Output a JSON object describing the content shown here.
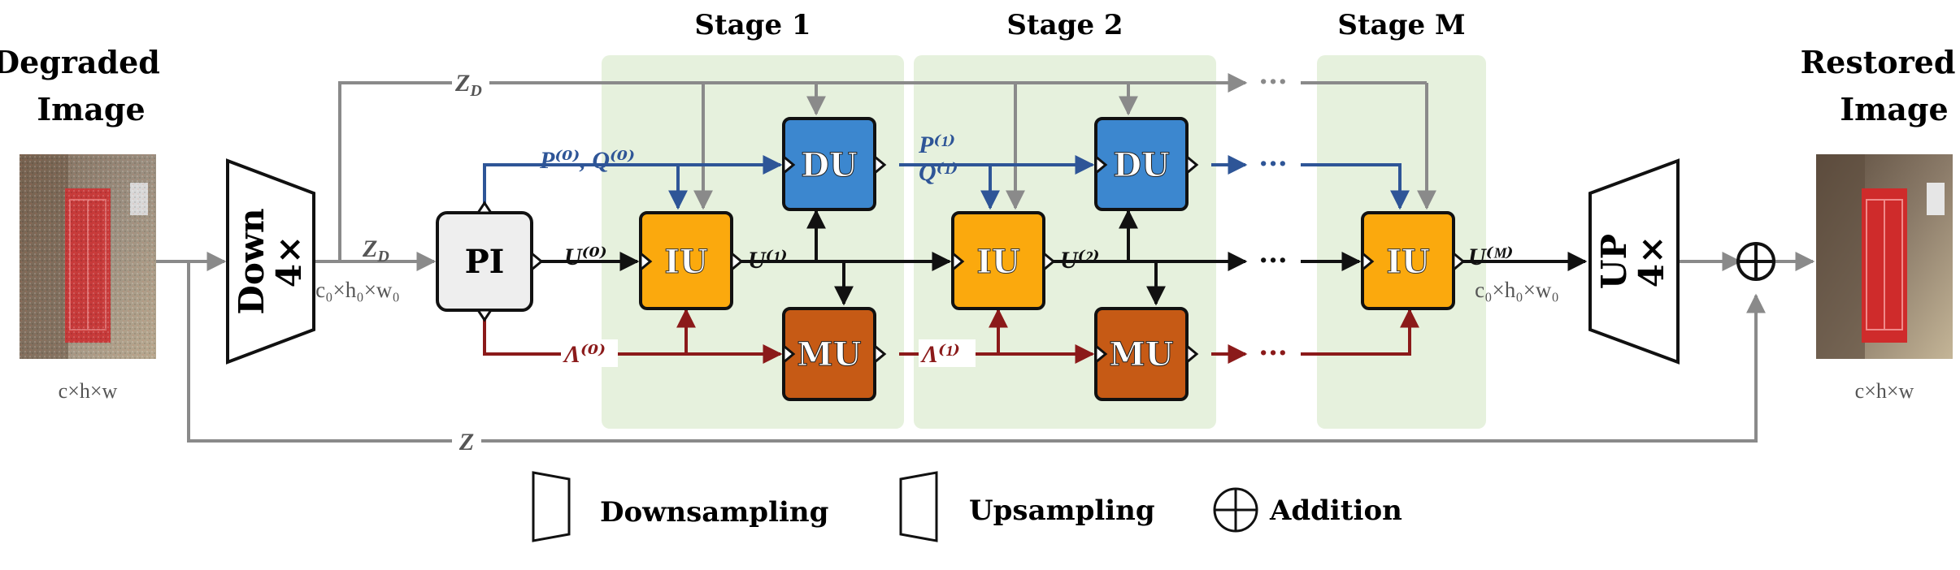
{
  "colors": {
    "stage_bg": "#e6f1dd",
    "gray": "#8a8a8a",
    "black": "#111111",
    "blue": "#2e5597",
    "red": "#8b1a1a",
    "du_fill": "#3c87cf",
    "iu_fill": "#fba90d",
    "mu_fill": "#c65a15",
    "pi_fill": "#eeeeee"
  },
  "input": {
    "title_line1": "Degraded",
    "title_line2": "Image",
    "size": "c×h×w",
    "image": "red-phone-box-noisy"
  },
  "output": {
    "title_line1": "Restored",
    "title_line2": "Image",
    "size": "c×h×w",
    "image": "red-phone-box-clean"
  },
  "stages": [
    "Stage 1",
    "Stage 2",
    "Stage M"
  ],
  "blocks": {
    "down_line1": "Down",
    "down_line2": "4×",
    "up_line1": "UP",
    "up_line2": "4×",
    "pi": "PI",
    "iu": "IU",
    "du": "DU",
    "mu": "MU"
  },
  "labels": {
    "zd_top": "Z",
    "zd_top_sub": "D",
    "zd_mid": "Z",
    "zd_mid_sub": "D",
    "z_bottom": "Z",
    "dim_down": "c₀×h₀×w₀",
    "dim_up": "c₀×h₀×w₀",
    "pq0": "P⁽⁰⁾, Q⁽⁰⁾",
    "p1": "P⁽¹⁾",
    "q1": "Q⁽¹⁾",
    "u0": "U⁽⁰⁾",
    "u1": "U⁽¹⁾",
    "u2": "U⁽²⁾",
    "um": "U⁽ᴹ⁾",
    "l0": "Λ⁽⁰⁾",
    "l1": "Λ⁽¹⁾",
    "ellipsis": "···"
  },
  "legend": {
    "downsampling": "Downsampling",
    "upsampling": "Upsampling",
    "addition": "Addition"
  }
}
